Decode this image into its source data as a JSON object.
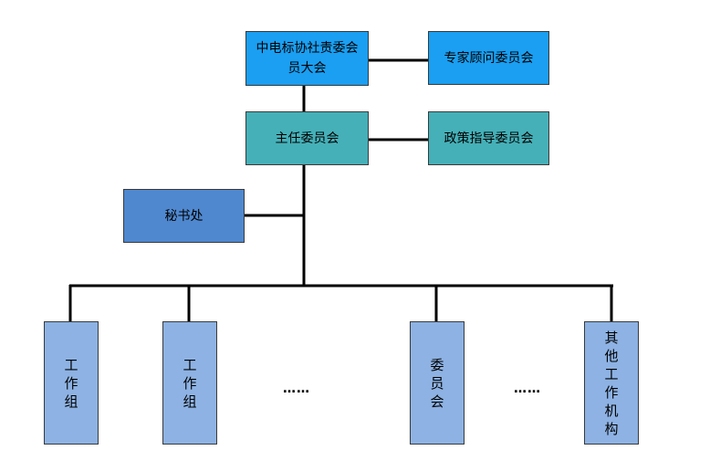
{
  "nodes": {
    "general_assembly": {
      "label": "中电标协社责委会员大会",
      "color": "#1a9ff2"
    },
    "expert_committee": {
      "label": "专家顾问委员会",
      "color": "#1a9ff2"
    },
    "director_committee": {
      "label": "主任委员会",
      "color": "#45b0b8"
    },
    "policy_committee": {
      "label": "政策指导委员会",
      "color": "#45b0b8"
    },
    "secretariat": {
      "label": "秘书处",
      "color": "#4f88cf"
    },
    "bottom": [
      {
        "label": "工\n作\n组",
        "color": "#8db2e3"
      },
      {
        "label": "工\n作\n组",
        "color": "#8db2e3"
      },
      {
        "label": "委\n员\n会",
        "color": "#8db2e3"
      },
      {
        "label": "其\n他\n工\n作\n机\n构",
        "color": "#8db2e3"
      }
    ]
  },
  "ellipses": [
    "……",
    "……"
  ]
}
